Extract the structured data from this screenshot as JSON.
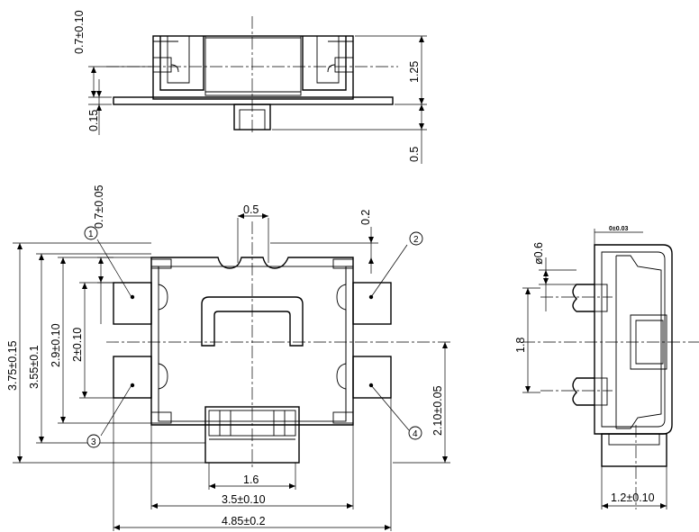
{
  "top_view": {
    "dim_height_tol": "0.7±0.10",
    "dim_height": "1.25",
    "dim_base": "0.15",
    "dim_actuator": "0.5"
  },
  "front_view": {
    "dim_terminal": "0.7±0.05",
    "dim_gap": "0.5",
    "dim_offset": "0.2",
    "dim_overall_h": "3.75±0.15",
    "dim_body_h": "3.55±0.1",
    "dim_pitch_outer": "2.9±0.10",
    "dim_pitch_inner": "2±0.10",
    "dim_center_h": "2.10±0.05",
    "dim_actuator_w": "1.6",
    "dim_body_w": "3.5±0.10",
    "dim_overall_w": "4.85±0.2",
    "pins": [
      "1",
      "2",
      "3",
      "4"
    ]
  },
  "side_view": {
    "dim_flatness": "0±0.03",
    "dim_hole": "ø0.6",
    "dim_pitch": "1.8",
    "dim_depth": "1.2±0.10"
  }
}
